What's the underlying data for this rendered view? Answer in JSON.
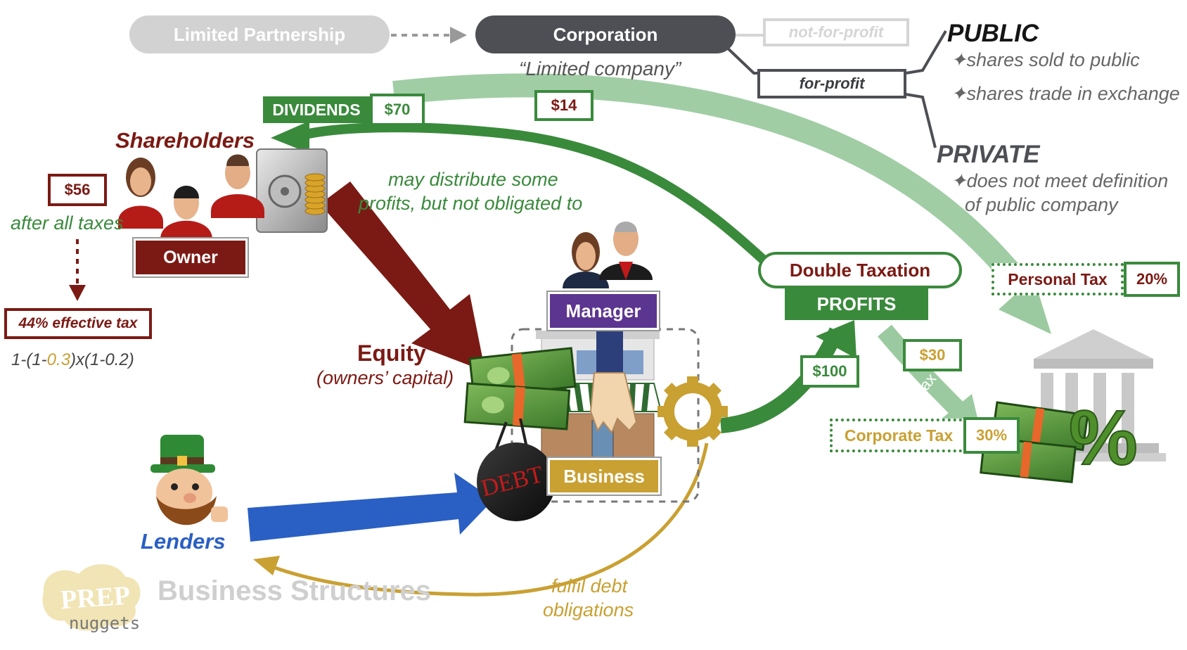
{
  "header": {
    "limited_partnership": "Limited Partnership",
    "corporation": "Corporation",
    "limited_company": "“Limited company”",
    "not_for_profit": "not-for-profit",
    "for_profit": "for-profit"
  },
  "public": {
    "title": "PUBLIC",
    "bullets": [
      "✦shares sold to public",
      "✦shares trade in exchange"
    ]
  },
  "private": {
    "title": "PRIVATE",
    "bullets": [
      "✦does not meet definition",
      "of public company"
    ]
  },
  "dividends": {
    "label": "DIVIDENDS",
    "value": "$70",
    "tax_value": "$14"
  },
  "shareholders": {
    "title": "Shareholders",
    "after_tax_value": "$56",
    "after_tax_label": "after all taxes",
    "owner_label": "Owner",
    "effective_tax": "44% effective tax",
    "formula": {
      "a": "1-(1-",
      "b": "0.3",
      "c": ")x(1-0.2)"
    }
  },
  "distribution_note": [
    "may distribute some",
    "profits, but not obligated to"
  ],
  "equity": {
    "title": "Equity",
    "subtitle": "(owners’ capital)"
  },
  "manager_label": "Manager",
  "business_label": "Business",
  "debt_label": "DEBT",
  "lenders_label": "Lenders",
  "debt_note": [
    "fulfil debt",
    "obligations"
  ],
  "double_taxation": {
    "title": "Double Taxation",
    "profits": "PROFITS",
    "profit_value": "$100",
    "corp_tax_value": "$30",
    "tax_fragment": "ax"
  },
  "personal_tax": {
    "label": "Personal Tax",
    "rate": "20%"
  },
  "corporate_tax": {
    "label": "Corporate Tax",
    "rate": "30%"
  },
  "footer": {
    "logo_top": "PREP",
    "logo_bottom": "nuggets",
    "title": "Business Structures"
  },
  "colors": {
    "dividend_green": "#3a8a3c",
    "light_green": "#9ccaa0",
    "maroon": "#7b1a14",
    "blue": "#2a5fc4",
    "gold": "#c9a032",
    "purple": "#5c3590",
    "gray_dark": "#4d4f54",
    "gray_light": "#d2d2d2"
  }
}
